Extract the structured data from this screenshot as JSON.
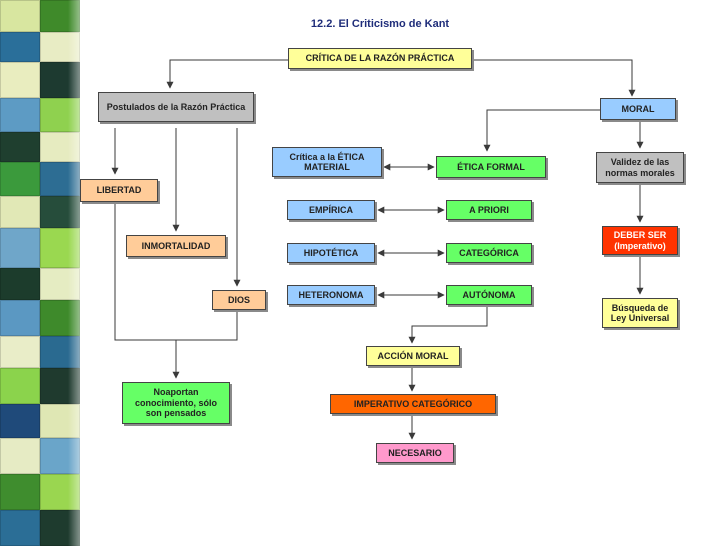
{
  "title": "12.2. El Criticismo de Kant",
  "colors": {
    "yellow": "#ffff99",
    "gray": "#c0c0c0",
    "blue": "#99ccff",
    "green": "#66ff66",
    "peach": "#ffcc99",
    "red": "#ff3300",
    "orange": "#ff6600",
    "pink": "#ff99cc",
    "line": "#3a3a3a"
  },
  "nodes": {
    "critica_razon": "CRÍTICA DE LA RAZÓN PRÁCTICA",
    "postulados": "Postulados de la Razón Práctica",
    "moral": "MORAL",
    "libertad": "LIBERTAD",
    "inmortalidad": "INMORTALIDAD",
    "dios": "DIOS",
    "no_aportan": "Noaportan conocimiento, sólo son pensados",
    "critica_etica": "Crítica a la ÉTICA MATERIAL",
    "etica_formal": "ÉTICA FORMAL",
    "empirica": "EMPÍRICA",
    "a_priori": "A PRIORI",
    "hipotetica": "HIPOTÉTICA",
    "categorica": "CATEGÓRICA",
    "heteronoma": "HETERONOMA",
    "autonoma": "AUTÓNOMA",
    "validez": "Validez de las normas morales",
    "deber_ser": "DEBER SER (Imperativo)",
    "busqueda": "Búsqueda de Ley Universal",
    "accion_moral": "ACCIÓN MORAL",
    "imperativo": "IMPERATIVO CATEGÓRICO",
    "necesario": "NECESARIO"
  }
}
